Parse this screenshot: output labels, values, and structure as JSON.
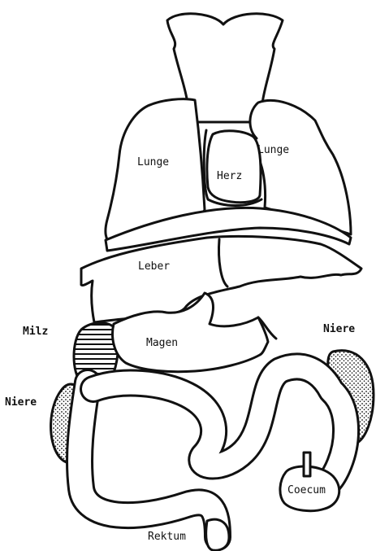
{
  "labels": {
    "lunge_left": "Lunge",
    "lunge_right": "Lunge",
    "herz": "Herz",
    "leber": "Leber",
    "magen": "Magen",
    "milz": "Milz",
    "niere_left": "Niere",
    "niere_right": "Niere",
    "coecum": "Coecum",
    "rektum": "Rektum"
  }
}
